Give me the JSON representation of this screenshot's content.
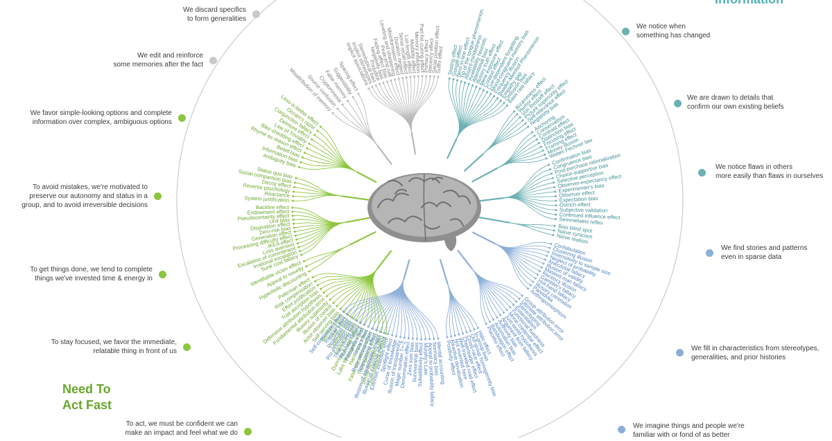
{
  "colors": {
    "gray": "#b9b9b9",
    "gray_text": "#7d7d7d",
    "teal": "#6cb1b3",
    "teal_text": "#3f8d93",
    "blue": "#8caed9",
    "blue_text": "#4d7fc2",
    "green": "#8cc63e",
    "green_text": "#6aa52b",
    "circle": "#cfcfcf",
    "note_text": "#3a3a3a",
    "brain": "#9a9a9a"
  },
  "quadrant_titles": {
    "act_fast_line1": "Need To",
    "act_fast_line2": "Act Fast",
    "top_right": "Information"
  },
  "notes": {
    "discard_specifics": [
      "We discard specifics",
      "to form generalities"
    ],
    "edit_reinforce": [
      "We edit and reinforce",
      "some memories after the fact"
    ],
    "simple_options": [
      "We favor simple-looking options and complete",
      "information over complex, ambiguous options"
    ],
    "avoid_mistakes": [
      "To avoid mistakes, we're motivated to",
      "preserve our autonomy and status in a",
      "group, and to avoid irreversible decisions"
    ],
    "get_things_done": [
      "To get things done, we tend to complete",
      "things we've invested time & energy in"
    ],
    "stay_focused": [
      "To stay focused, we favor the immediate,",
      "relatable thing in front of us"
    ],
    "act_confident": [
      "To act, we must be confident we can",
      "make an impact and feel what we do"
    ],
    "notice_changed": [
      "We notice when",
      "something has changed"
    ],
    "drawn_to_details": [
      "We are drawn to details that",
      "confirm our own existing beliefs"
    ],
    "notice_flaws": [
      "We notice flaws in others",
      "more easily than flaws in ourselves"
    ],
    "find_stories": [
      "We find stories and patterns",
      "even in sparse data"
    ],
    "fill_characteristics": [
      "We fill in characteristics from stereotypes,",
      "generalities, and prior histories"
    ],
    "imagine_things": [
      "We imagine things and people we're",
      "familiar with or fond of as better"
    ]
  },
  "groups": [
    {
      "id": "green-simple",
      "color": "green",
      "biases": [
        "Less-is-better effect",
        "Occam's razor",
        "Conjunction fallacy",
        "Delmore effect",
        "Law of Triviality",
        "Bike-shedding effect",
        "Rhyme as reason effect",
        "Belief bias",
        "Information bias",
        "Ambiguity bias"
      ]
    },
    {
      "id": "green-autonomy",
      "color": "green",
      "biases": [
        "Status quo bias",
        "Social comparison bias",
        "Decoy effect",
        "Reverse psychology",
        "Reactance",
        "System justification"
      ]
    },
    {
      "id": "green-invested",
      "color": "green",
      "biases": [
        "Backfire effect",
        "Endowment effect",
        "Pseudocertainty effect",
        "Unit bias",
        "Disposition effect",
        "Zero-risk bias",
        "Generation effect",
        "Processing difficulty effect",
        "IKEA effect",
        "Loss aversion",
        "Escalation of commitment",
        "Irrational escalation",
        "Sunk cost fallacy"
      ]
    },
    {
      "id": "green-immediate",
      "color": "green",
      "biases": [
        "Identifiable victim effect",
        "Appeal to novelty",
        "Hyperbolic discounting"
      ]
    },
    {
      "id": "green-confident",
      "color": "green",
      "biases": [
        "Peltzman effect",
        "Risk compensation",
        "Effort justification",
        "Trait ascription bias",
        "Defensive attribution hypothesis",
        "Fundamental attribution error",
        "Illusory superiority",
        "Illusion of control",
        "Actor-observer bias",
        "Self-serving bias",
        "Barnum effect",
        "Forer effect",
        "Optimism bias",
        "Egocentric bias",
        "Dunning-Kruger effect",
        "Lake Wobegone effect",
        "Hard-easy effect",
        "False consensus effect",
        "Third-person effect",
        "Social desirability bias",
        "Overconfidence effect"
      ]
    },
    {
      "id": "gray-generalities",
      "color": "gray",
      "biases": [
        "Implicit associations",
        "Implicit stereotypes",
        "Stereotypical bias",
        "Prejudice",
        "Negativity bias",
        "Fading affect bias",
        "Peak-end rule",
        "Leveling and sharpening",
        "Misinformation effect",
        "Duration neglect",
        "Serial recall effect",
        "List-length effect",
        "Modality effect",
        "Memory inhibition",
        "Part-list cueing effect",
        "Primacy effect",
        "Recency effect",
        "Serial position effect",
        "Suffix effect"
      ]
    },
    {
      "id": "gray-memories",
      "color": "gray",
      "biases": [
        "Spacing effect",
        "Suggestibility",
        "False memory",
        "Cryptomnesia",
        "Source confusion",
        "Misattribution of memory"
      ]
    },
    {
      "id": "teal-attention",
      "color": "teal",
      "biases": [
        "Testing effect",
        "Google effect",
        "Next-in-line effect",
        "Tip of the tongue phenomenon",
        "Absent-mindedness",
        "Availability heuristic",
        "Attentional bias",
        "Illusory truth effect",
        "Mere exposure effect",
        "Context effect",
        "Cue-dependent forgetting",
        "Mood-congruent memory bias",
        "Frequency illusion",
        "Baader-Meinhof Phenomenon",
        "Empathy gap",
        "Omission bias",
        "Base rate fallacy"
      ]
    },
    {
      "id": "teal-changes",
      "color": "teal",
      "biases": [
        "Bizarreness effect",
        "Humor effect",
        "Von Restorff effect",
        "Picture superiority effect",
        "Self-relevance effect",
        "Negativity bias"
      ]
    },
    {
      "id": "teal-anchoring",
      "color": "teal",
      "biases": [
        "Anchoring",
        "Conservatism",
        "Contrast effect",
        "Distinction bias",
        "Focusing effect",
        "Framing effect",
        "Money illusion",
        "Weber-Fechner law"
      ]
    },
    {
      "id": "teal-beliefs",
      "color": "teal",
      "biases": [
        "Confirmation bias",
        "Congruence bias",
        "Post-purchase rationalization",
        "Choice-supportive bias",
        "Selective perception",
        "Observer-expectancy effect",
        "Experimenter's bias",
        "Observer effect",
        "Expectation bias",
        "Ostrich effect",
        "Subjective validation",
        "Continued influence effect",
        "Semmelweis reflex"
      ]
    },
    {
      "id": "teal-flaws",
      "color": "teal",
      "biases": [
        "Bias blind spot",
        "Naïve cynicism",
        "Naïve realism"
      ]
    },
    {
      "id": "blue-patterns",
      "color": "blue",
      "biases": [
        "Confabulation",
        "Clustering illusion",
        "Insensitivity to sample size",
        "Neglect of probability",
        "Anecdotal fallacy",
        "Illusion of validity",
        "Masked man fallacy",
        "Recency illusion",
        "Gambler's fallacy",
        "Hot-hand fallacy",
        "Illusory correlation",
        "Pareidolia",
        "Anthropomorphism"
      ]
    },
    {
      "id": "blue-stereotypes",
      "color": "blue",
      "biases": [
        "Group attribution error",
        "Ultimate attribution error",
        "Stereotyping",
        "Essentialism",
        "Functional fixedness",
        "Moral credential effect",
        "Just-world hypothesis",
        "Argument from fallacy",
        "Authority bias",
        "Automation bias",
        "Bandwagon effect",
        "Placebo effect"
      ]
    },
    {
      "id": "blue-familiar",
      "color": "blue",
      "biases": [
        "Halo effect",
        "In-group bias",
        "Out-group homogeneity bias",
        "Cross-race effect",
        "Cheerleader effect",
        "Well-traveled road effect",
        "Not invented here",
        "Reactive devaluation",
        "Positivity effect"
      ]
    },
    {
      "id": "blue-mental",
      "color": "blue",
      "biases": [
        "Mental accounting",
        "Normalcy bias",
        "Appeal to probability fallacy",
        "Murphy's Law",
        "Subadditivity effect",
        "Survivorship bias",
        "Zero sum bias",
        "Denomination effect",
        "Magic number 7+-2",
        "Illusion of transparency",
        "Curse of knowledge",
        "Spotlight effect",
        "Extrinsic incentive error",
        "Illusion of external agency",
        "Illusion of asymmetric insight",
        "Telescoping effect",
        "Rosy retrospection",
        "Impact bias",
        "Pessimism bias",
        "Planning fallacy",
        "Time-saving bias",
        "Pro-innovation bias",
        "Projection bias",
        "Restraint bias",
        "Self-consistency bias"
      ]
    }
  ]
}
